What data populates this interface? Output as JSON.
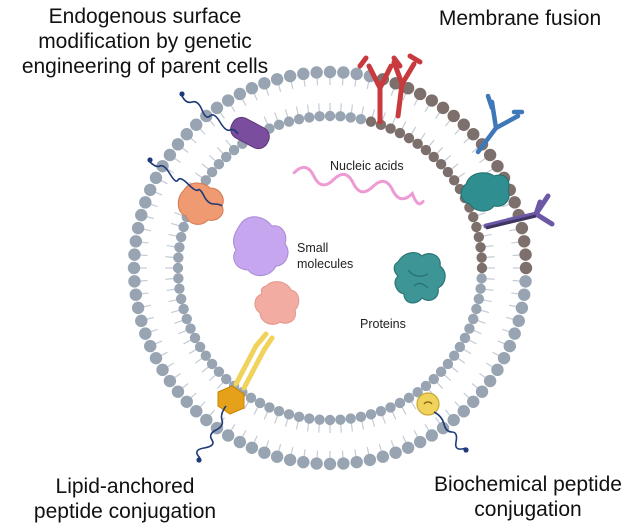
{
  "labels": {
    "top_left": [
      "Endogenous surface",
      "modification by genetic",
      "engineering of parent cells"
    ],
    "top_right": "Membrane fusion",
    "bottom_left": [
      "Lipid-anchored",
      "peptide conjugation"
    ],
    "bottom_right": [
      "Biochemical peptide",
      "conjugation"
    ]
  },
  "cargo": {
    "nucleic_acids": "Nucleic acids",
    "small_molecules": [
      "Small",
      "molecules"
    ],
    "proteins": "Proteins"
  },
  "colors": {
    "bead": "#98a4b2",
    "bead_fused": "#7d706c",
    "tail": "#c5ccd6",
    "receptor_red": "#c83a3e",
    "receptor_blue": "#3f78b8",
    "receptor_violet": "#6d58a6",
    "teal_protein": "#2f8f90",
    "purple_protein": "#7b4d9f",
    "orange_protein": "#ef9a70",
    "nucleic_acid": "#ee9ad3",
    "small_molecule_a": "#c6a6ee",
    "small_molecule_b": "#f3aca2",
    "protein_cargo": "#3e9595",
    "hexagon": "#e6a11a",
    "anchor_yellow": "#f1d35c",
    "peptide_chain": "#1f3a78"
  }
}
